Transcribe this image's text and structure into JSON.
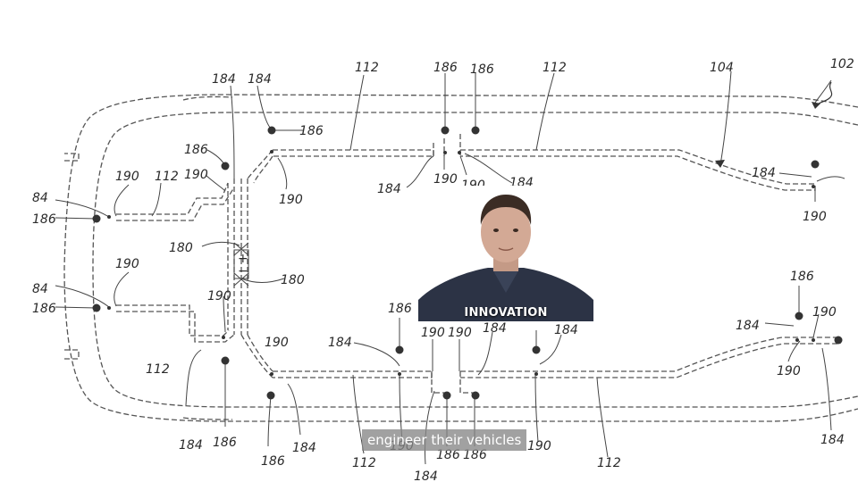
{
  "diagram": {
    "labels": {
      "n102": "102",
      "n104": "104",
      "n112": "112",
      "n180": "180",
      "n184": "184",
      "n186": "186",
      "n190": "190",
      "n184_cut": "84",
      "plus": "+",
      "minus": "−"
    }
  },
  "inset": {
    "caption": "INNOVATION"
  },
  "subtitle": {
    "text": "engineer their vehicles"
  },
  "colors": {
    "line": "#444444",
    "dot": "#333333",
    "subtitle_bg": "#878787",
    "shirt": "#2c3345"
  }
}
